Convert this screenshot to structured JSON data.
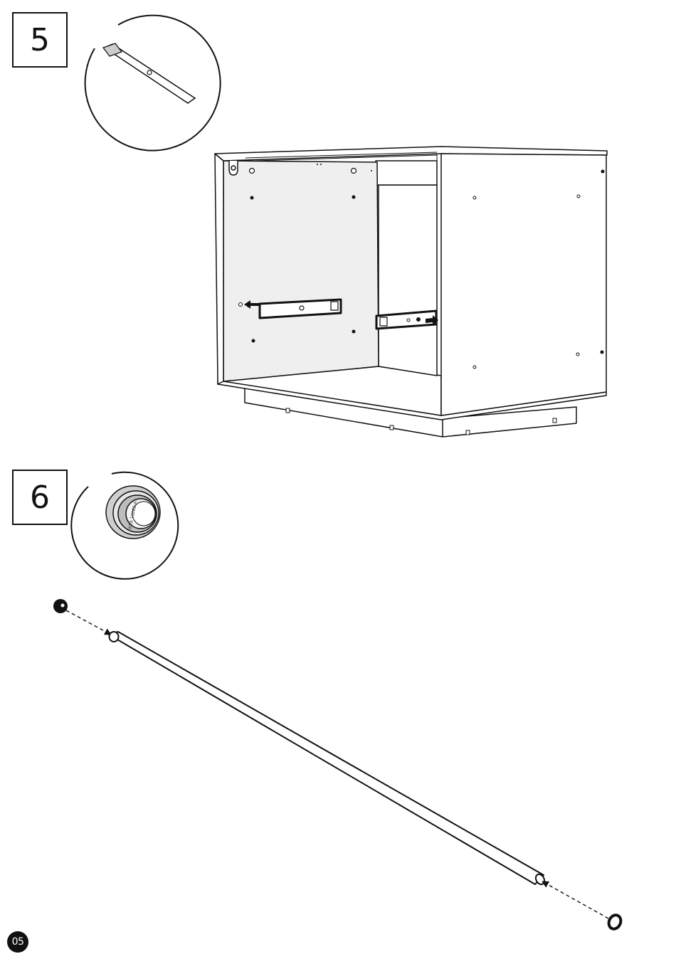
{
  "steps": [
    {
      "number": "5"
    },
    {
      "number": "6"
    }
  ],
  "detail_label": "IKEA 10082-A",
  "page": {
    "number": "05"
  }
}
